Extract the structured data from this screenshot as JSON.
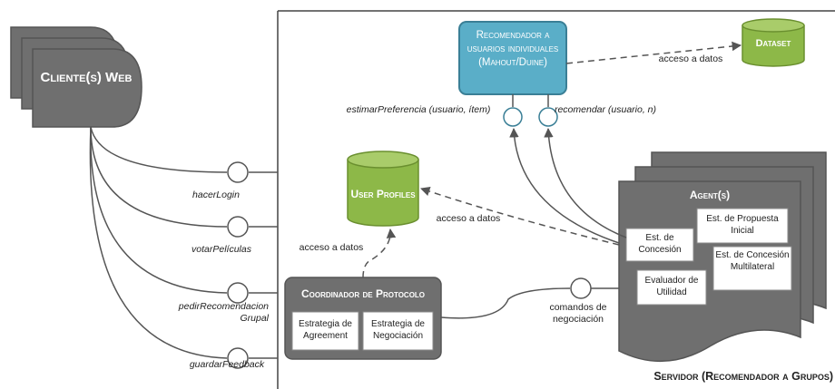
{
  "client": {
    "title": "Cliente(s) Web"
  },
  "server": {
    "title": "Servidor (Recomendador a Grupos)",
    "recommender": {
      "title": "Recomendador a usuarios individuales (Mahout/Duine)"
    },
    "dataset": {
      "title": "Dataset"
    },
    "user_profiles": {
      "title": "User Profiles"
    },
    "coordinator": {
      "title": "Coordinador de Protocolo",
      "items": [
        "Estrategia de Agreement",
        "Estrategia de Negociación"
      ]
    },
    "agents": {
      "title": "Agent(s)",
      "items": [
        "Est. de Concesión",
        "Est. de Propuesta Inicial",
        "Est. de Concesión Multilateral",
        "Evaluador de Utilidad"
      ]
    }
  },
  "interfaces": {
    "hacer_login": "hacerLogin",
    "votar": "votarPelículas",
    "pedir": "pedirRecomendacion Grupal",
    "guardar": "guardarFeedback",
    "estimar": "estimarPreferencia (usuario, ítem)",
    "recomendar": "recomendar (usuario, n)",
    "comandos": "comandos de negociación"
  },
  "edges": {
    "acceso_dataset": "acceso a datos",
    "acceso_profiles_agent": "acceso a datos",
    "acceso_profiles_coord": "acceso a datos"
  },
  "colors": {
    "dark_gray": "#6f6f6f",
    "blue": "#5aaec8",
    "green": "#8db848",
    "white": "#ffffff"
  }
}
